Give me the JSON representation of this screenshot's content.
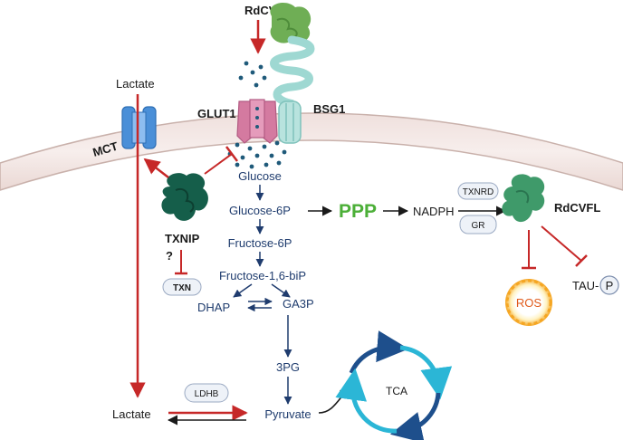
{
  "labels": {
    "rdcvf": "RdCVF",
    "lactate_top": "Lactate",
    "mct": "MCT",
    "glut1": "GLUT1",
    "bsg1": "BSG1",
    "glucose": "Glucose",
    "glucose6p": "Glucose-6P",
    "ppp": "PPP",
    "nadph": "NADPH",
    "txnrd": "TXNRD",
    "gr": "GR",
    "rdcvfl": "RdCVFL",
    "txnip": "TXNIP",
    "question": "?",
    "txn": "TXN",
    "fructose6p": "Fructose-6P",
    "fructose16bip": "Fructose-1,6-biP",
    "dhap": "DHAP",
    "ga3p": "GA3P",
    "ros": "ROS",
    "tau": "TAU-",
    "p": "P",
    "pg3": "3PG",
    "ldhb": "LDHB",
    "lactate_bottom": "Lactate",
    "pyruvate": "Pyruvate",
    "tca": "TCA"
  },
  "colors": {
    "inhibit_red": "#c62828",
    "pathway_blue": "#1f3c6e",
    "ppp_green": "#4caf38",
    "rdcvf_green": "#6fae55",
    "rdcvfl_green": "#3f9a6a",
    "txnip_green": "#155e4a",
    "glut1_pink": "#d47aa0",
    "bsg1_teal": "#9ed8d2",
    "mct_blue": "#4a8fd8",
    "membrane_fill": "#f3e6e4",
    "ros_orange": "#f5a623",
    "tca_dark_blue": "#1e4f8c",
    "tca_cyan": "#2bb6d6"
  }
}
